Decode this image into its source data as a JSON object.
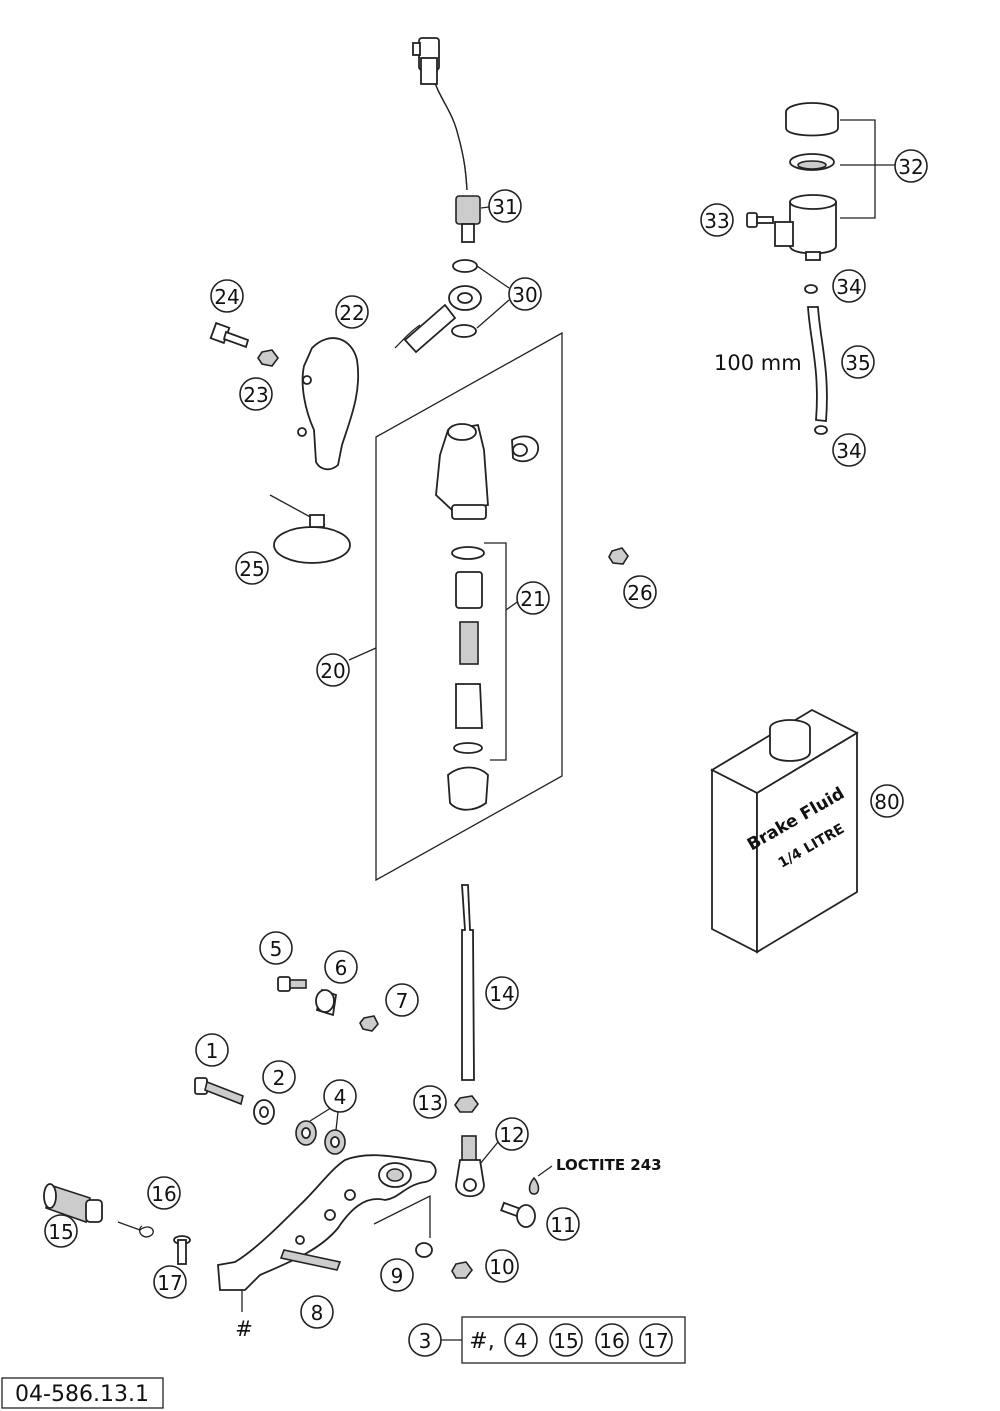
{
  "diagram_code": "04-586.13.1",
  "annotations": {
    "hose_length": "100 mm",
    "loctite": "LOCTITE 243"
  },
  "bottle": {
    "line1": "Brake Fluid",
    "line2": "1/4 LITRE"
  },
  "callouts": {
    "c1": "1",
    "c2": "2",
    "c3": "3",
    "c4": "4",
    "c5": "5",
    "c6": "6",
    "c7": "7",
    "c8": "8",
    "c9": "9",
    "c10": "10",
    "c11": "11",
    "c12": "12",
    "c13": "13",
    "c14": "14",
    "c15": "15",
    "c16": "16",
    "c17": "17",
    "c20": "20",
    "c21": "21",
    "c22": "22",
    "c23": "23",
    "c24": "24",
    "c25": "25",
    "c26": "26",
    "c30": "30",
    "c31": "31",
    "c32": "32",
    "c33": "33",
    "c34a": "34",
    "c34b": "34",
    "c35": "35",
    "c80": "80",
    "hash": "#"
  },
  "kit_box": {
    "label": "3",
    "hash_text": "#,",
    "items": [
      "4",
      "15",
      "16",
      "17"
    ]
  }
}
